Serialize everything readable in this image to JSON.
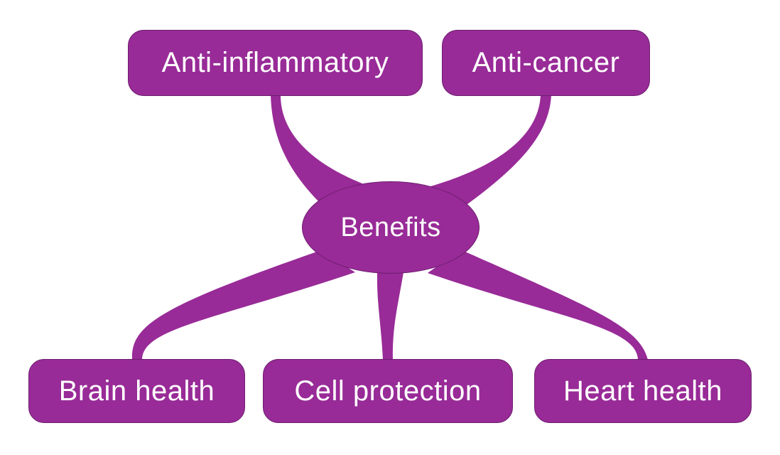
{
  "diagram": {
    "type": "mindmap",
    "colors": {
      "node_fill": "#982B97",
      "node_border": "#6E1D70",
      "text": "#FFFFFF",
      "connector": "#982B97",
      "background": "#FFFFFF"
    },
    "center": {
      "id": "benefits",
      "label": "Benefits",
      "shape": "ellipse"
    },
    "nodes": [
      {
        "id": "anti-inflammatory",
        "label": "Anti-inflammatory",
        "shape": "rounded-rect",
        "position": "top-left"
      },
      {
        "id": "anti-cancer",
        "label": "Anti-cancer",
        "shape": "rounded-rect",
        "position": "top-right"
      },
      {
        "id": "brain-health",
        "label": "Brain health",
        "shape": "rounded-rect",
        "position": "bottom-left"
      },
      {
        "id": "cell-protection",
        "label": "Cell protection",
        "shape": "rounded-rect",
        "position": "bottom-center"
      },
      {
        "id": "heart-health",
        "label": "Heart health",
        "shape": "rounded-rect",
        "position": "bottom-right"
      }
    ],
    "edges": [
      {
        "from": "benefits",
        "to": "anti-inflammatory"
      },
      {
        "from": "benefits",
        "to": "anti-cancer"
      },
      {
        "from": "benefits",
        "to": "brain-health"
      },
      {
        "from": "benefits",
        "to": "cell-protection"
      },
      {
        "from": "benefits",
        "to": "heart-health"
      }
    ]
  }
}
